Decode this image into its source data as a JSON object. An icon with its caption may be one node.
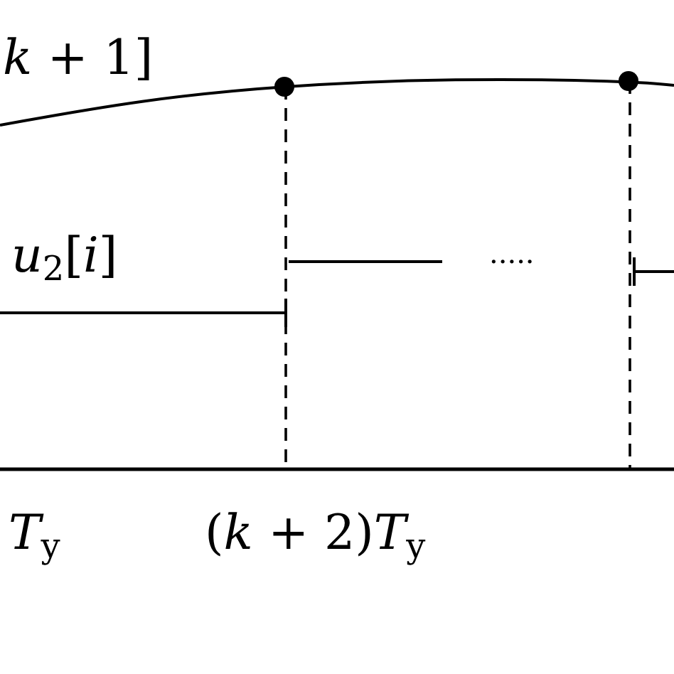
{
  "diagram": {
    "labels": [
      "*k* + 1]",
      "*u*$_{2}$[*i*]",
      ".....",
      "*T*$_{y}$",
      "(*k* + 2)*T*$_{y}$"
    ]
  }
}
